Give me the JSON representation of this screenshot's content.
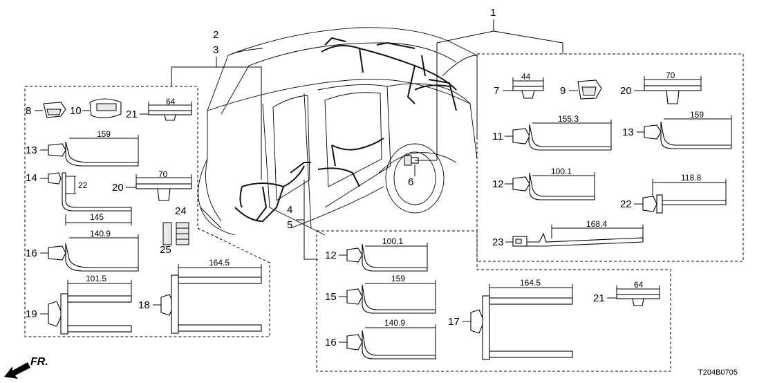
{
  "diagram_code": "T204B0705",
  "direction_label": "FR.",
  "groups": {
    "right_header": "1",
    "left_header_a": "2",
    "left_header_b": "3",
    "bottom_header_a": "4",
    "bottom_header_b": "5",
    "wheel_part": "6"
  },
  "left_panel": {
    "p8": "8",
    "p10": "10",
    "p21": "21",
    "p21_dim": "64",
    "p13": "13",
    "p13_dim": "159",
    "p14": "14",
    "p14_dim_v": "22",
    "p14_dim_h": "145",
    "p20": "20",
    "p20_dim": "70",
    "p24": "24",
    "p25": "25",
    "p16": "16",
    "p16_dim": "140.9",
    "p19": "19",
    "p19_dim": "101.5",
    "p18": "18",
    "p18_dim": "164.5"
  },
  "right_panel": {
    "p7": "7",
    "p7_dim": "44",
    "p9": "9",
    "p20": "20",
    "p20_dim": "70",
    "p11": "11",
    "p11_dim": "155.3",
    "p13": "13",
    "p13_dim": "159",
    "p12": "12",
    "p12_dim": "100.1",
    "p22": "22",
    "p22_dim": "118.8",
    "p23": "23",
    "p23_dim": "168.4"
  },
  "bottom_panel": {
    "p12": "12",
    "p12_dim": "100.1",
    "p15": "15",
    "p15_dim": "159",
    "p16": "16",
    "p16_dim": "140.9",
    "p17": "17",
    "p17_dim": "164.5",
    "p21": "21",
    "p21_dim": "64"
  }
}
